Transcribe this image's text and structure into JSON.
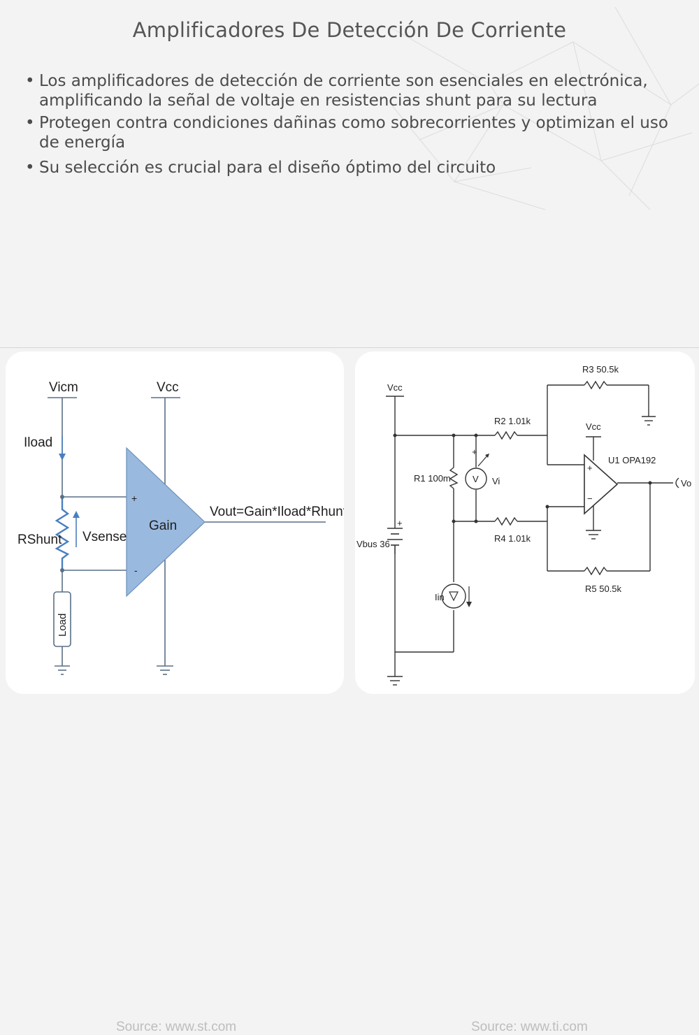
{
  "title": "Amplificadores De Detección De Corriente",
  "bullets": [
    "Los amplificadores de detección de corriente son esenciales en electrónica, amplificando la señal de voltaje en resistencias shunt para su lectura",
    "Protegen contra condiciones dañinas como sobrecorrientes y optimizan el uso de energía",
    "Su selección es crucial para el diseño óptimo del circuito"
  ],
  "diagram_left": {
    "vicm": "Vicm",
    "vcc": "Vcc",
    "iload": "Iload",
    "rshunt": "RShunt",
    "vsense": "Vsense",
    "gain": "Gain",
    "plus": "+",
    "minus": "-",
    "vout": "Vout=Gain*Iload*Rhunt",
    "load": "Load",
    "source": "Source: www.st.com"
  },
  "diagram_right": {
    "vcc_left": "Vcc",
    "vcc_opamp": "Vcc",
    "r3": "R3 50.5k",
    "r2": "R2 1.01k",
    "r1": "R1 100m",
    "vi": "Vi",
    "voltmeter": "V",
    "opamp": "U1 OPA192",
    "vo": "Vo",
    "vbus": "Vbus 36",
    "r4": "R4 1.01k",
    "iin": "Iin",
    "r5": "R5 50.5k",
    "plus": "+",
    "minus": "−",
    "source": "Source: www.ti.com"
  },
  "colors": {
    "amp_fill": "#9ab9de",
    "wire_blue": "#4a7fc0",
    "wire_gray": "#5a6f86"
  }
}
